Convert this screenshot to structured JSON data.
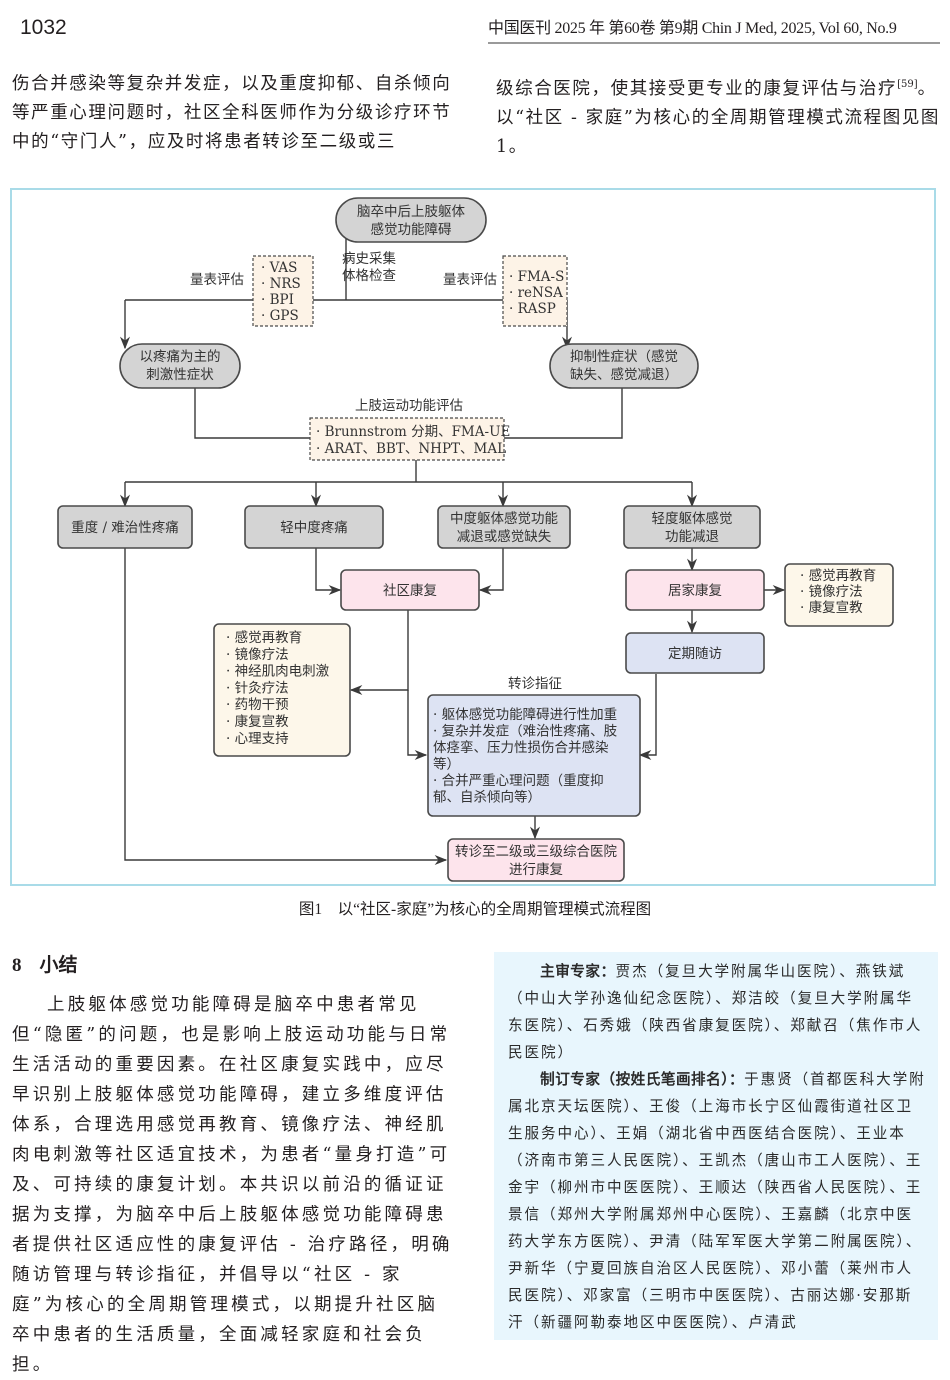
{
  "header": {
    "page_number": "1032",
    "journal_line": "中国医刊  2025 年  第60卷  第9期  Chin J Med, 2025, Vol 60, No.9"
  },
  "top_text": {
    "left_column": "伤合并感染等复杂并发症，以及重度抑郁、自杀倾向等严重心理问题时，社区全科医师作为分级诊疗环节中的“守门人”，应及时将患者转诊至二级或三",
    "right_column_before_ref": "级综合医院，使其接受更专业的康复评估与治疗",
    "right_column_ref": "[59]",
    "right_column_after_ref": "。以“社区 - 家庭”为核心的全周期管理模式流程图见图 1。"
  },
  "figure": {
    "caption": "图1　以“社区-家庭”为核心的全周期管理模式流程图",
    "colors": {
      "gray_node": "#d4d4d4",
      "pink_node": "#fde4ec",
      "blue_node": "#dde3f3",
      "cream_node": "#fdf7ea",
      "dotted_box": "#fdf3e7",
      "frame_border": "#a9dbe8",
      "line": "#3a3a3a"
    },
    "nodes": {
      "start": [
        "脑卒中后上肢躯体",
        "感觉功能障碍"
      ],
      "history_exam": [
        "病史采集",
        "体格检查"
      ],
      "scale_left_label": "量表评估",
      "scale_left_items": [
        "· VAS",
        "· NRS",
        "· BPI",
        "· GPS"
      ],
      "scale_right_label": "量表评估",
      "scale_right_items": [
        "· FMA-S",
        "· reNSA",
        "· RASP"
      ],
      "pain_irritative": [
        "以疼痛为主的",
        "刺激性症状"
      ],
      "inhibitory": [
        "抑制性症状（感觉",
        "缺失、感觉减退）"
      ],
      "motor_eval_label": "上肢运动功能评估",
      "motor_eval_items": [
        "· Brunnstrom 分期、FMA-UE",
        "· ARAT、BBT、NHPT、MAL"
      ],
      "severe_pain": "重度 / 难治性疼痛",
      "mild_moderate_pain": "轻中度疼痛",
      "moderate_sensory": [
        "中度躯体感觉功能",
        "减退或感觉缺失"
      ],
      "mild_sensory": [
        "轻度躯体感觉",
        "功能减退"
      ],
      "community_rehab": "社区康复",
      "home_rehab": "居家康复",
      "home_measures": [
        "· 感觉再教育",
        "· 镜像疗法",
        "· 康复宣教"
      ],
      "community_measures": [
        "· 感觉再教育",
        "· 镜像疗法",
        "· 神经肌肉电刺激",
        "· 针灸疗法",
        "· 药物干预",
        "· 康复宣教",
        "· 心理支持"
      ],
      "regular_followup": "定期随访",
      "referral_label": "转诊指征",
      "referral_items": [
        "· 躯体感觉功能障碍进行性加重",
        "· 复杂并发症（难治性疼痛、肢",
        "  体痉挛、压力性损伤合并感染",
        "  等）",
        "· 合并严重心理问题（重度抑",
        "  郁、自杀倾向等）"
      ],
      "referral_target": [
        "转诊至二级或三级综合医院",
        "进行康复"
      ]
    }
  },
  "section": {
    "number": "8",
    "title": "小结",
    "paragraph": "上肢躯体感觉功能障碍是脑卒中患者常见但“隐匿”的问题，也是影响上肢运动功能与日常生活活动的重要因素。在社区康复实践中，应尽早识别上肢躯体感觉功能障碍，建立多维度评估体系，合理选用感觉再教育、镜像疗法、神经肌肉电刺激等社区适宜技术，为患者“量身打造”可及、可持续的康复计划。本共识以前沿的循证证据为支撑，为脑卒中后上肢躯体感觉功能障碍患者提供社区适应性的康复评估 - 治疗路径，明确随访管理与转诊指征，并倡导以“社区 - 家庭”为核心的全周期管理模式，以期提升社区脑卒中患者的生活质量，全面减轻家庭和社会负担。"
  },
  "experts": {
    "chief_label": "主审专家：",
    "chief_text": "贾杰（复旦大学附属华山医院）、燕铁斌（中山大学孙逸仙纪念医院）、郑洁皎（复旦大学附属华东医院）、石秀娥（陕西省康复医院）、郑献召（焦作市人民医院）",
    "drafting_label": "制订专家（按姓氏笔画排名）：",
    "drafting_text": "于惠贤（首都医科大学附属北京天坛医院）、王俊（上海市长宁区仙霞街道社区卫生服务中心）、王娟（湖北省中西医结合医院）、王业本（济南市第三人民医院）、王凯杰（唐山市工人医院）、王金宇（柳州市中医医院）、王顺达（陕西省人民医院）、王景信（郑州大学附属郑州中心医院）、王嘉麟（北京中医药大学东方医院）、尹清（陆军军医大学第二附属医院）、尹新华（宁夏回族自治区人民医院）、邓小蕾（莱州市人民医院）、邓家富（三明市中医医院）、古丽达娜·安那斯汗（新疆阿勒泰地区中医医院）、卢清武"
  }
}
